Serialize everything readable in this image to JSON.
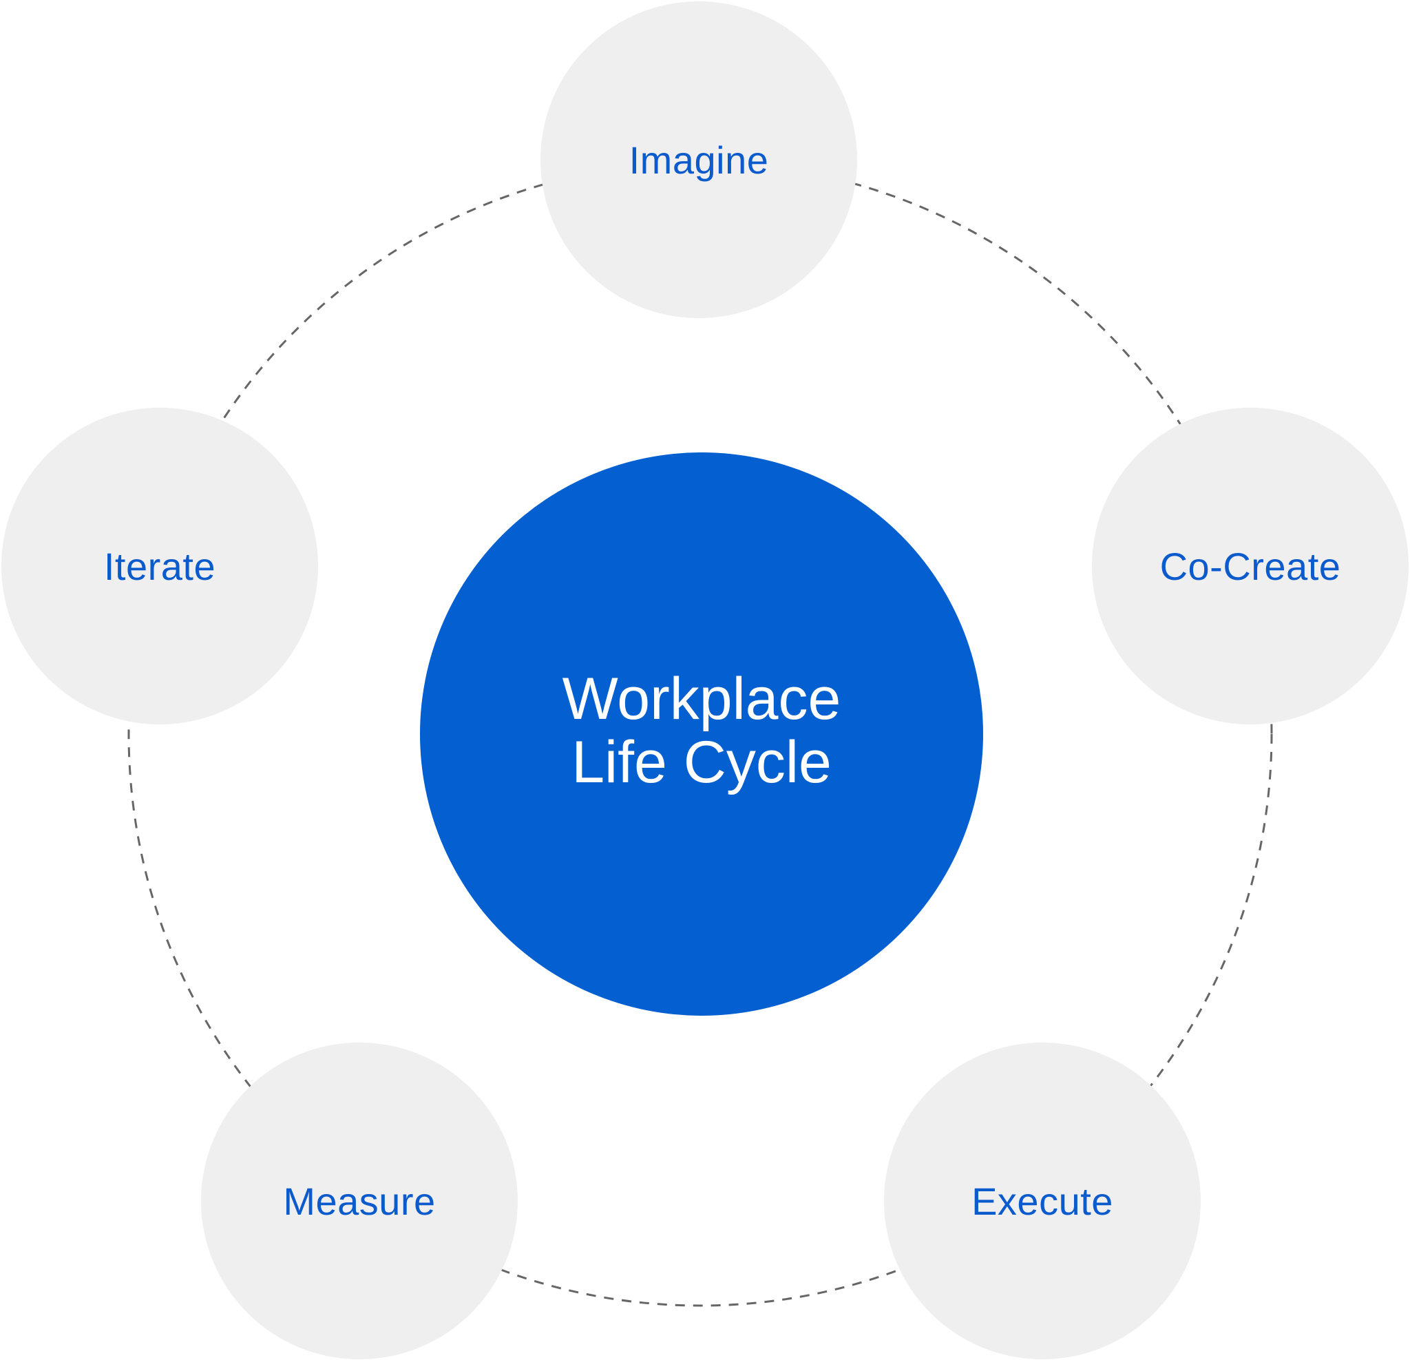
{
  "diagram": {
    "hub": {
      "line1": "Workplace",
      "line2": "Life Cycle"
    },
    "stages": [
      {
        "label": "Imagine"
      },
      {
        "label": "Co-Create"
      },
      {
        "label": "Execute"
      },
      {
        "label": "Measure"
      },
      {
        "label": "Iterate"
      }
    ]
  },
  "colors": {
    "hub_fill": "#045fd1",
    "hub_text": "#ffffff",
    "stage_fill": "#f0eff0",
    "stage_text": "#0b5bcc",
    "connector": "#666666"
  }
}
